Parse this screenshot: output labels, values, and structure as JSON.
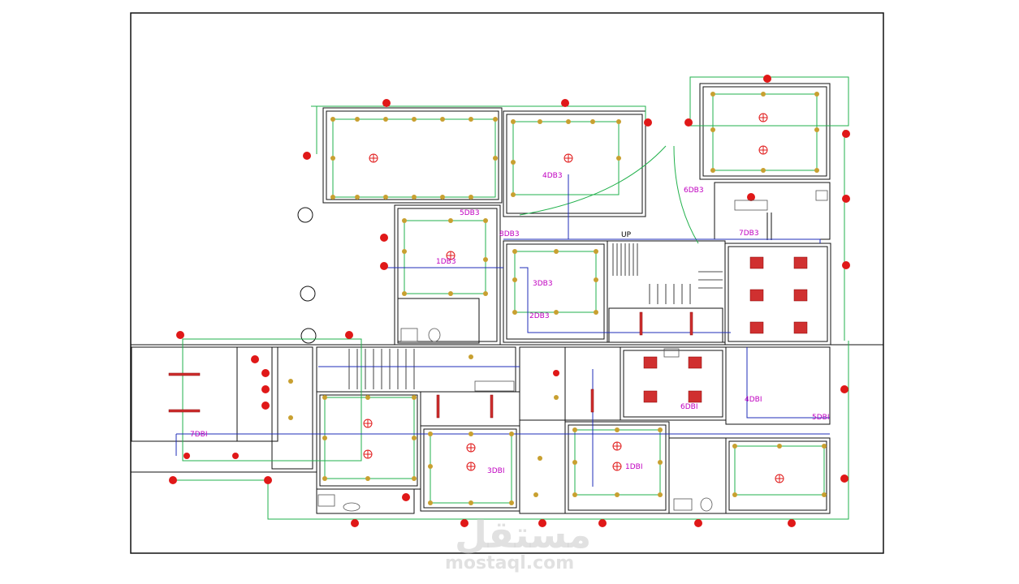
{
  "colors": {
    "wall": "#111111",
    "wire": "#22b14c",
    "circuit": "#1f2db8",
    "fixture": "#c8a030",
    "socket": "#e01818",
    "label": "#c000c0"
  },
  "panels": [
    "5DB3",
    "4DB3",
    "6DB3",
    "8DB3",
    "1DB3",
    "3DB3",
    "2DB3",
    "7DB3",
    "7DBI",
    "4DBI",
    "5DBI",
    "6DBI",
    "3DBI",
    "1DBI"
  ],
  "stair_label": "UP",
  "watermark": {
    "arabic": "مستقل",
    "latin": "mostaql.com"
  },
  "icons": [
    "light-fixture-icon",
    "ceiling-fan-icon",
    "socket-icon",
    "distribution-board-icon",
    "door-swing-icon"
  ]
}
